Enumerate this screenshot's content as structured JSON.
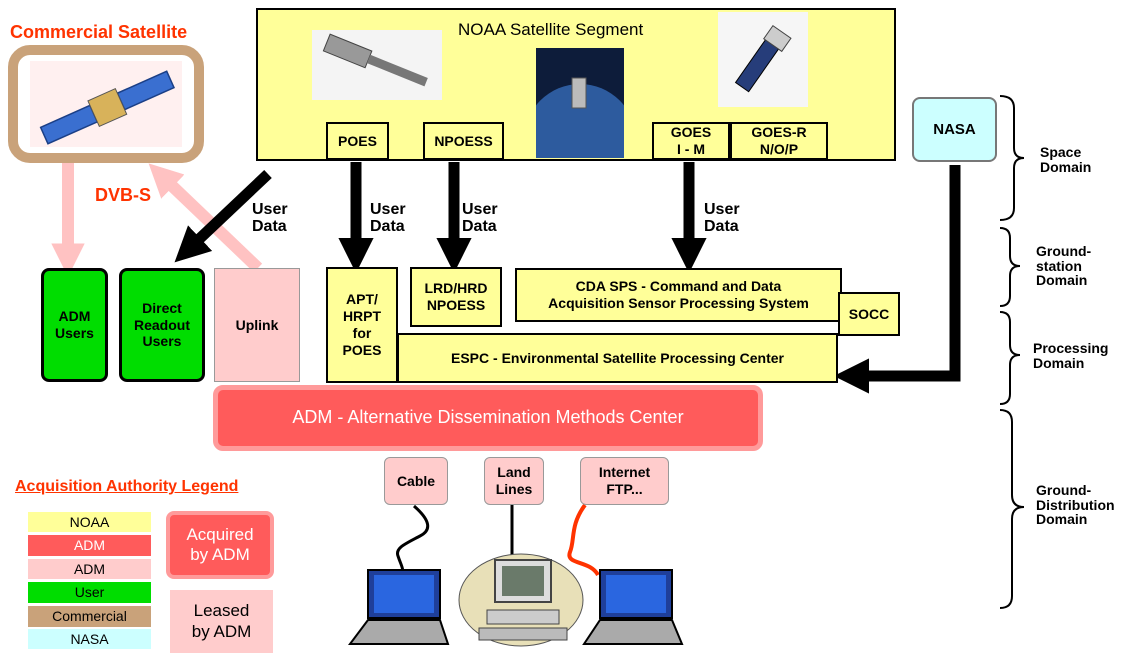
{
  "colors": {
    "noaa": "#ffff99",
    "adm_red": "#ff5b5b",
    "adm_pink": "#ffcccc",
    "user": "#00dd00",
    "commercial": "#c9a27a",
    "nasa": "#ccffff",
    "title_red": "#ff3300"
  },
  "commercial": {
    "title": "Commercial Satellite",
    "link": "DVB-S"
  },
  "segment": {
    "title": "NOAA Satellite Segment",
    "poes": "POES",
    "npoess": "NPOESS",
    "goes": "GOES\nI - M",
    "goesr": "GOES-R\nN/O/P"
  },
  "nasa": {
    "label": "NASA"
  },
  "user_data": "User\nData",
  "ground": {
    "adm_users": "ADM\nUsers",
    "direct_readout": "Direct\nReadout\nUsers",
    "uplink": "Uplink",
    "apt": "APT/\nHRPT\nfor\nPOES",
    "lrd": "LRD/HRD\nNPOESS",
    "cda": "CDA SPS - Command and Data\nAcquisition Sensor Processing System",
    "socc": "SOCC",
    "espc": "ESPC - Environmental Satellite Processing Center"
  },
  "adm_center": "ADM - Alternative Dissemination Methods Center",
  "dist": {
    "cable": "Cable",
    "land": "Land\nLines",
    "internet": "Internet\nFTP..."
  },
  "domains": {
    "space": "Space\nDomain",
    "ground_station": "Ground-\nstation\nDomain",
    "processing": "Processing\nDomain",
    "distribution": "Ground-\nDistribution\nDomain"
  },
  "legend": {
    "title": "Acquisition Authority Legend",
    "items": [
      "NOAA",
      "ADM",
      "ADM",
      "User",
      "Commercial",
      "NASA"
    ],
    "acquired": "Acquired\nby ADM",
    "leased": "Leased\nby ADM"
  },
  "icons": [
    "satellite-icon",
    "earth-view-icon",
    "laptop-icon",
    "desktop-computer-icon"
  ]
}
